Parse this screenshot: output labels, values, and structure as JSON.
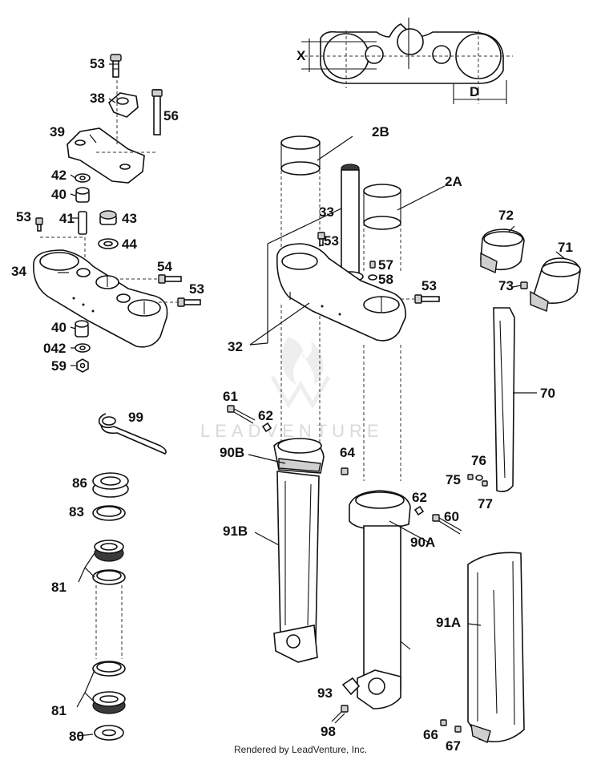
{
  "diagram": {
    "dimension_labels": [
      "X",
      "D"
    ],
    "watermark": "LEADVENTURE",
    "callouts": [
      {
        "id": "c53a",
        "text": "53"
      },
      {
        "id": "c38",
        "text": "38"
      },
      {
        "id": "c56",
        "text": "56"
      },
      {
        "id": "c39",
        "text": "39"
      },
      {
        "id": "c42",
        "text": "42"
      },
      {
        "id": "c40a",
        "text": "40"
      },
      {
        "id": "c53b",
        "text": "53"
      },
      {
        "id": "c41",
        "text": "41"
      },
      {
        "id": "c43",
        "text": "43"
      },
      {
        "id": "c44",
        "text": "44"
      },
      {
        "id": "c34",
        "text": "34"
      },
      {
        "id": "c54",
        "text": "54"
      },
      {
        "id": "c53c",
        "text": "53"
      },
      {
        "id": "c40b",
        "text": "40"
      },
      {
        "id": "c042",
        "text": "042"
      },
      {
        "id": "c59",
        "text": "59"
      },
      {
        "id": "c99",
        "text": "99"
      },
      {
        "id": "c86",
        "text": "86"
      },
      {
        "id": "c83",
        "text": "83"
      },
      {
        "id": "c81a",
        "text": "81"
      },
      {
        "id": "c81b",
        "text": "81"
      },
      {
        "id": "c80",
        "text": "80"
      },
      {
        "id": "c2B",
        "text": "2B"
      },
      {
        "id": "c2A",
        "text": "2A"
      },
      {
        "id": "c33",
        "text": "33"
      },
      {
        "id": "c53d",
        "text": "53"
      },
      {
        "id": "c57",
        "text": "57"
      },
      {
        "id": "c58",
        "text": "58"
      },
      {
        "id": "c53e",
        "text": "53"
      },
      {
        "id": "c32",
        "text": "32"
      },
      {
        "id": "c72",
        "text": "72"
      },
      {
        "id": "c71",
        "text": "71"
      },
      {
        "id": "c73",
        "text": "73"
      },
      {
        "id": "c70",
        "text": "70"
      },
      {
        "id": "c61",
        "text": "61"
      },
      {
        "id": "c62a",
        "text": "62"
      },
      {
        "id": "c90B",
        "text": "90B"
      },
      {
        "id": "c64",
        "text": "64"
      },
      {
        "id": "c91B",
        "text": "91B"
      },
      {
        "id": "c62b",
        "text": "62"
      },
      {
        "id": "c60",
        "text": "60"
      },
      {
        "id": "c90A",
        "text": "90A"
      },
      {
        "id": "c76",
        "text": "76"
      },
      {
        "id": "c75",
        "text": "75"
      },
      {
        "id": "c77",
        "text": "77"
      },
      {
        "id": "c91A",
        "text": "91A"
      },
      {
        "id": "c93",
        "text": "93"
      },
      {
        "id": "c98",
        "text": "98"
      },
      {
        "id": "c66",
        "text": "66"
      },
      {
        "id": "c67",
        "text": "67"
      }
    ]
  },
  "footer": "Rendered by LeadVenture, Inc."
}
